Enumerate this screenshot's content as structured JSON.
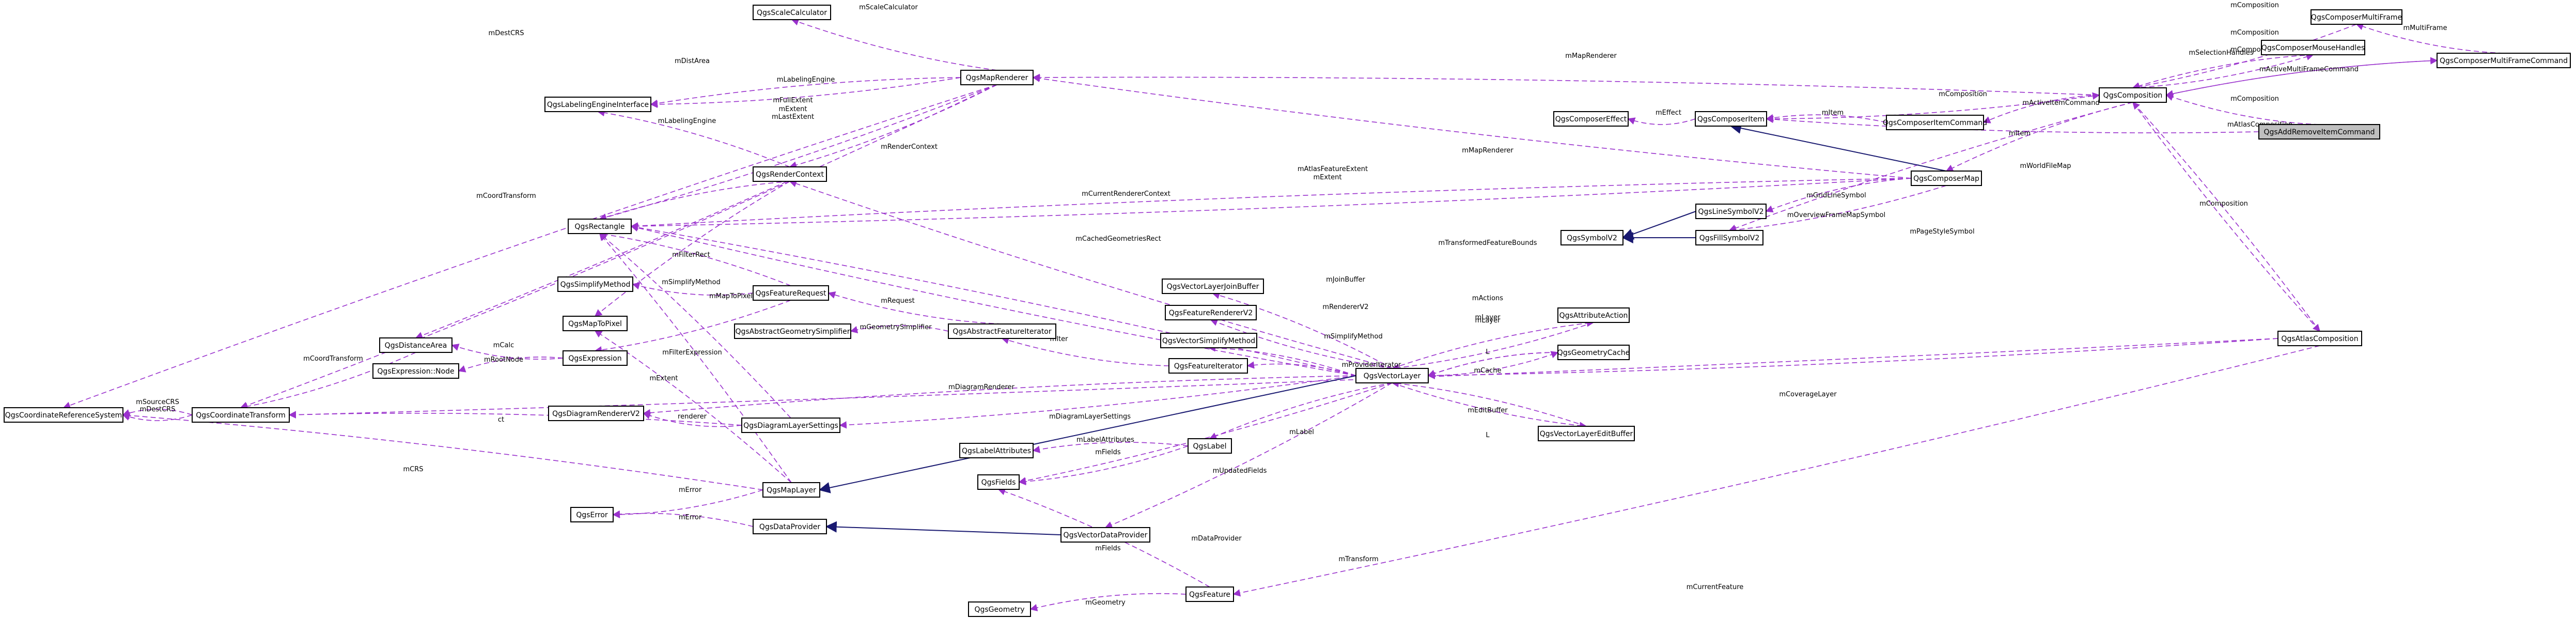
{
  "colors": {
    "dependency": "#9a32cd",
    "inheritance": "#191970",
    "focus_fill": "#bfbfbf"
  },
  "focus_class": "QgsAddRemoveItemCommand",
  "nodes": [
    {
      "id": "n_scalecalc",
      "label": "QgsScaleCalculator"
    },
    {
      "id": "n_maprenderer",
      "label": "QgsMapRenderer"
    },
    {
      "id": "n_labeling",
      "label": "QgsLabelingEngineInterface"
    },
    {
      "id": "n_rendercontext",
      "label": "QgsRenderContext"
    },
    {
      "id": "n_rectangle",
      "label": "QgsRectangle"
    },
    {
      "id": "n_simplifymethod",
      "label": "QgsSimplifyMethod"
    },
    {
      "id": "n_featurerequest",
      "label": "QgsFeatureRequest"
    },
    {
      "id": "n_maptopixel",
      "label": "QgsMapToPixel"
    },
    {
      "id": "n_absgeomsimpl",
      "label": "QgsAbstractGeometrySimplifier"
    },
    {
      "id": "n_absfeatiter",
      "label": "QgsAbstractFeatureIterator"
    },
    {
      "id": "n_distancearea",
      "label": "QgsDistanceArea"
    },
    {
      "id": "n_expression",
      "label": "QgsExpression"
    },
    {
      "id": "n_expressionnode",
      "label": "QgsExpression::Node"
    },
    {
      "id": "n_crs",
      "label": "QgsCoordinateReferenceSystem"
    },
    {
      "id": "n_coordtransform",
      "label": "QgsCoordinateTransform"
    },
    {
      "id": "n_diagramrenderer",
      "label": "QgsDiagramRendererV2"
    },
    {
      "id": "n_diagramlayersettings",
      "label": "QgsDiagramLayerSettings"
    },
    {
      "id": "n_labelattributes",
      "label": "QgsLabelAttributes"
    },
    {
      "id": "n_fields",
      "label": "QgsFields"
    },
    {
      "id": "n_label",
      "label": "QgsLabel"
    },
    {
      "id": "n_error",
      "label": "QgsError"
    },
    {
      "id": "n_maplayer",
      "label": "QgsMapLayer"
    },
    {
      "id": "n_dataprovider",
      "label": "QgsDataProvider"
    },
    {
      "id": "n_vectordataprovider",
      "label": "QgsVectorDataProvider"
    },
    {
      "id": "n_geometry",
      "label": "QgsGeometry"
    },
    {
      "id": "n_feature",
      "label": "QgsFeature"
    },
    {
      "id": "n_vljoinbuffer",
      "label": "QgsVectorLayerJoinBuffer"
    },
    {
      "id": "n_featurerenderer",
      "label": "QgsFeatureRendererV2"
    },
    {
      "id": "n_vlsimplify",
      "label": "QgsVectorSimplifyMethod"
    },
    {
      "id": "n_featureiterator",
      "label": "QgsFeatureIterator"
    },
    {
      "id": "n_vectorlayer",
      "label": "QgsVectorLayer"
    },
    {
      "id": "n_attributeaction",
      "label": "QgsAttributeAction"
    },
    {
      "id": "n_geometrycache",
      "label": "QgsGeometryCache"
    },
    {
      "id": "n_vleditbuffer",
      "label": "QgsVectorLayerEditBuffer"
    },
    {
      "id": "n_symbol",
      "label": "QgsSymbolV2"
    },
    {
      "id": "n_linesymbol",
      "label": "QgsLineSymbolV2"
    },
    {
      "id": "n_fillsymbol",
      "label": "QgsFillSymbolV2"
    },
    {
      "id": "n_composereffect",
      "label": "QgsComposerEffect"
    },
    {
      "id": "n_composeritem",
      "label": "QgsComposerItem"
    },
    {
      "id": "n_composeritemcommand",
      "label": "QgsComposerItemCommand"
    },
    {
      "id": "n_composermap",
      "label": "QgsComposerMap"
    },
    {
      "id": "n_composition",
      "label": "QgsComposition"
    },
    {
      "id": "n_multiframe",
      "label": "QgsComposerMultiFrame"
    },
    {
      "id": "n_mousehandles",
      "label": "QgsComposerMouseHandles"
    },
    {
      "id": "n_multiframecommand",
      "label": "QgsComposerMultiFrameCommand"
    },
    {
      "id": "n_addremove",
      "label": "QgsAddRemoveItemCommand"
    },
    {
      "id": "n_atlas",
      "label": "QgsAtlasComposition"
    }
  ],
  "edge_labels": [
    "mScaleCalculator",
    "mDestCRS",
    "mDistArea",
    "mLabelingEngine",
    "mFullExtent",
    "mExtent",
    "mLastExtent",
    "mLabelingEngine",
    "mRenderContext",
    "mExtent",
    "mCoordTransform",
    "mFilterRect",
    "mSimplifyMethod",
    "mMapToPixel",
    "mRequest",
    "mGeometrySimplifier",
    "mCalc",
    "mRootNode",
    "mCoordTransform",
    "mSourceCRS",
    "mDestCRS",
    "ct",
    "renderer",
    "mExtent",
    "mFilterExpression",
    "mDiagramRenderer",
    "mDiagramLayerSettings",
    "mLabelAttributes",
    "mFields",
    "mLabel",
    "mUpdatedFields",
    "mCRS",
    "mError",
    "mError",
    "mDataProvider",
    "mFields",
    "mTransform",
    "mGeometry",
    "mCurrentFeature",
    "mJoinBuffer",
    "mRendererV2",
    "mSimplifyMethod",
    "mIter",
    "mProviderIterator",
    "mCurrentRendererContext",
    "mActions",
    "mLayer",
    "mTransformedFeatureBounds",
    "mCachedGeometriesRect",
    "mLayer",
    "mCache",
    "L",
    "mEditBuffer",
    "L",
    "mCoverageLayer",
    "mGridLineSymbol",
    "mOverviewFrameMapSymbol",
    "mPageStyleSymbol",
    "mAtlasFeatureExtent",
    "mExtent",
    "mMapRenderer",
    "mWorldFileMap",
    "mEffect",
    "mItem",
    "mComposition",
    "mActiveItemCommand",
    "mItem",
    "mMapRenderer",
    "mComposition",
    "mComposition",
    "mMultiFrame",
    "mComposition",
    "mSelectionHandles",
    "mActiveMultiFrameCommand",
    "mAtlasComposition",
    "mComposition",
    "mComposition"
  ]
}
